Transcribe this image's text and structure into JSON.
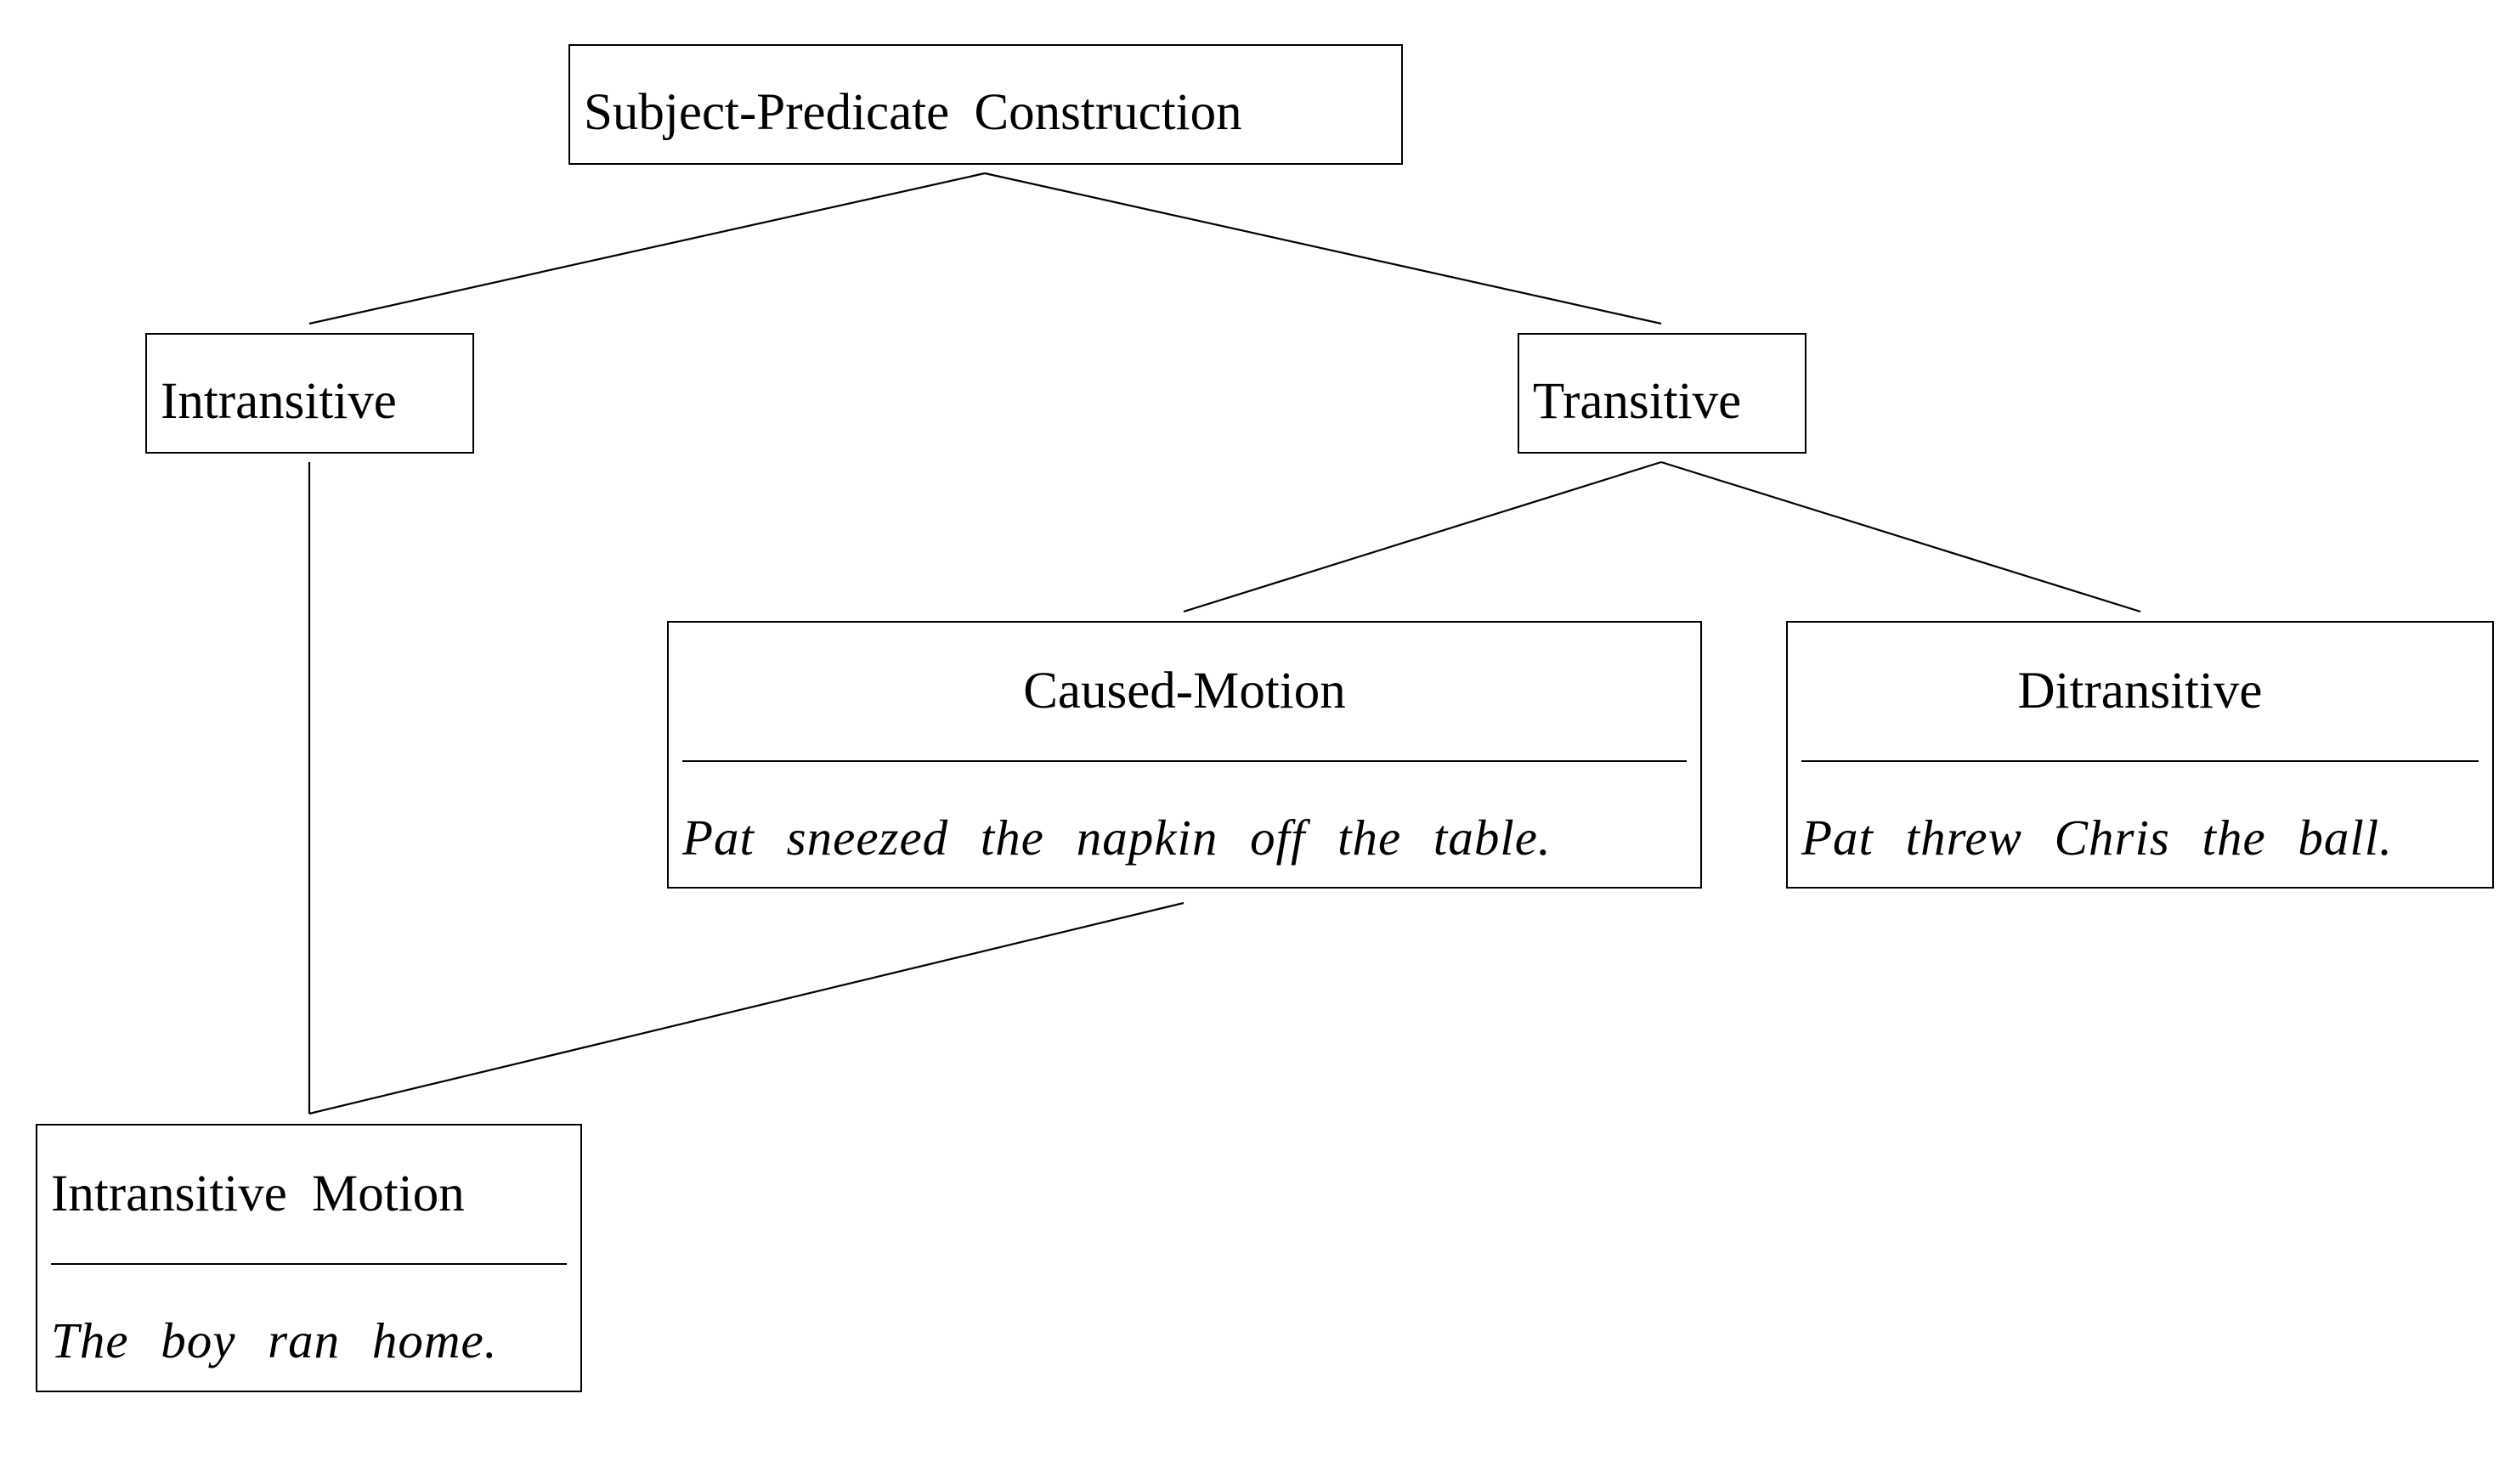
{
  "diagram": {
    "nodes": {
      "subject_predicate": {
        "title": "Subject-Predicate  Construction"
      },
      "intransitive": {
        "title": "Intransitive"
      },
      "transitive": {
        "title": "Transitive"
      },
      "caused_motion": {
        "title": "Caused-Motion",
        "example": "Pat  sneezed  the  napkin  off  the  table."
      },
      "ditransitive": {
        "title": "Ditransitive",
        "example": "Pat  threw  Chris  the  ball."
      },
      "intransitive_motion": {
        "title": "Intransitive  Motion",
        "example": "The  boy  ran  home."
      }
    },
    "edges": [
      {
        "from": "subject_predicate",
        "to": "intransitive"
      },
      {
        "from": "subject_predicate",
        "to": "transitive"
      },
      {
        "from": "transitive",
        "to": "caused_motion"
      },
      {
        "from": "transitive",
        "to": "ditransitive"
      },
      {
        "from": "intransitive",
        "to": "intransitive_motion"
      },
      {
        "from": "caused_motion",
        "to": "intransitive_motion"
      }
    ]
  }
}
